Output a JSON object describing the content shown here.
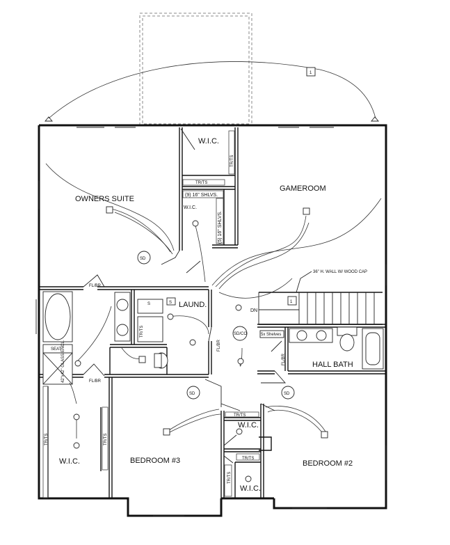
{
  "rooms": {
    "wic_top": "W.I.C.",
    "owners_suite": "OWNERS SUITE",
    "gameroom": "GAMEROOM",
    "laundry": "LAUND.",
    "hall_bath": "HALL BATH",
    "bedroom3": "BEDROOM #3",
    "bedroom2": "BEDROOM #2",
    "wic_left": "W.I.C.",
    "wic_mid": "W.I.C.",
    "wic_mid_lower": "W.I.C.",
    "wic_inner": "W.I.C."
  },
  "notes": {
    "shelves_9": "(9) 16\" SHLVS.",
    "shelves_5": "(5) 16\" SHLVS.",
    "tr_ts_1": "TR/TS",
    "tr_ts_2": "TR/TS",
    "tr_ts_3": "TR/TS",
    "tr_ts_4": "TR/TS",
    "tr_ts_5": "TR/TS",
    "tr_ts_6": "TR/TS",
    "tr_ts_7": "TR/TS",
    "tr_ts_8": "TR/TS",
    "fl_br_1": "FL/BR",
    "fl_br_2": "FL/BR",
    "fl_br_3": "FL/BR",
    "fl_br_4": "FL/BR",
    "wall_cap": "36\" H. WALL W/ WOOD CAP",
    "dn": "DN",
    "sd_1": "SD",
    "sd_2": "SD",
    "sd_3": "SD",
    "sdco": "SD/CO",
    "shelves_5x": "5x Shelves",
    "seat": "SEAT",
    "glass_encl": "42\"x42\" GLASS ENCL.",
    "s_switch": "S",
    "s_switch_2": "S",
    "fixture_1": "1"
  }
}
